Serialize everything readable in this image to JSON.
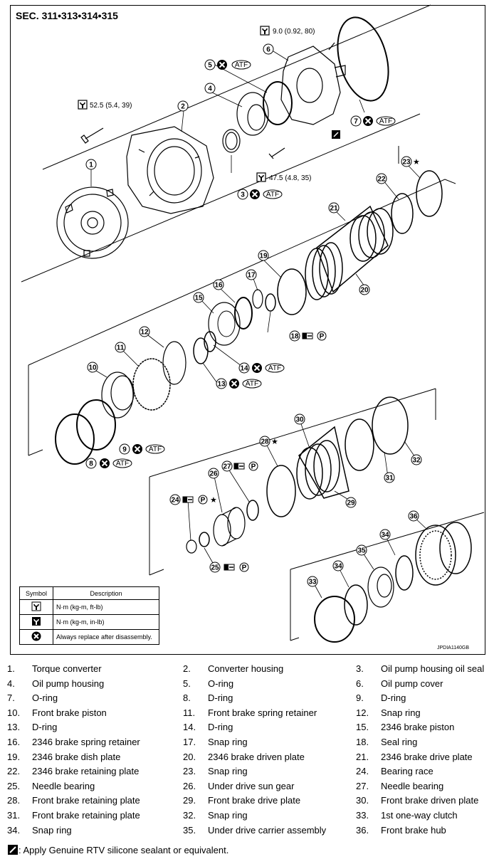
{
  "section": "SEC. 311•313•314•315",
  "figure_code": "JPDIA1140GB",
  "torques": {
    "t1": "52.5 (5.4, 39)",
    "t2": "9.0 (0.92, 80)",
    "t3": "47.5 (4.8, 35)"
  },
  "atf": "ATF",
  "p_mark": "P",
  "legend": {
    "header_symbol": "Symbol",
    "header_description": "Description",
    "rows": [
      {
        "icon": "torque-wrench-icon",
        "text": "N·m (kg-m, ft-lb)"
      },
      {
        "icon": "torque-wrench-inlb-icon",
        "text": "N·m (kg-m, in-lb)"
      },
      {
        "icon": "replace-x-icon",
        "text": "Always replace after disassembly."
      }
    ]
  },
  "parts": [
    [
      "1.",
      "Torque converter",
      "2.",
      "Converter housing",
      "3.",
      "Oil pump housing oil seal"
    ],
    [
      "4.",
      "Oil pump housing",
      "5.",
      "O-ring",
      "6.",
      "Oil pump cover"
    ],
    [
      "7.",
      "O-ring",
      "8.",
      "D-ring",
      "9.",
      "D-ring"
    ],
    [
      "10.",
      "Front brake piston",
      "11.",
      "Front brake spring retainer",
      "12.",
      "Snap ring"
    ],
    [
      "13.",
      "D-ring",
      "14.",
      "D-ring",
      "15.",
      "2346 brake piston"
    ],
    [
      "16.",
      "2346 brake spring retainer",
      "17.",
      "Snap ring",
      "18.",
      "Seal ring"
    ],
    [
      "19.",
      "2346 brake dish plate",
      "20.",
      "2346 brake driven plate",
      "21.",
      "2346 brake drive plate"
    ],
    [
      "22.",
      "2346 brake retaining plate",
      "23.",
      "Snap ring",
      "24.",
      "Bearing race"
    ],
    [
      "25.",
      "Needle bearing",
      "26.",
      "Under drive sun gear",
      "27.",
      "Needle bearing"
    ],
    [
      "28.",
      "Front brake retaining plate",
      "29.",
      "Front brake drive plate",
      "30.",
      "Front brake driven plate"
    ],
    [
      "31.",
      "Front brake retaining plate",
      "32.",
      "Snap ring",
      "33.",
      "1st one-way clutch"
    ],
    [
      "34.",
      "Snap ring",
      "35.",
      "Under drive carrier assembly",
      "36.",
      "Front brake hub"
    ]
  ],
  "footnote": ": Apply Genuine RTV silicone sealant or equivalent."
}
